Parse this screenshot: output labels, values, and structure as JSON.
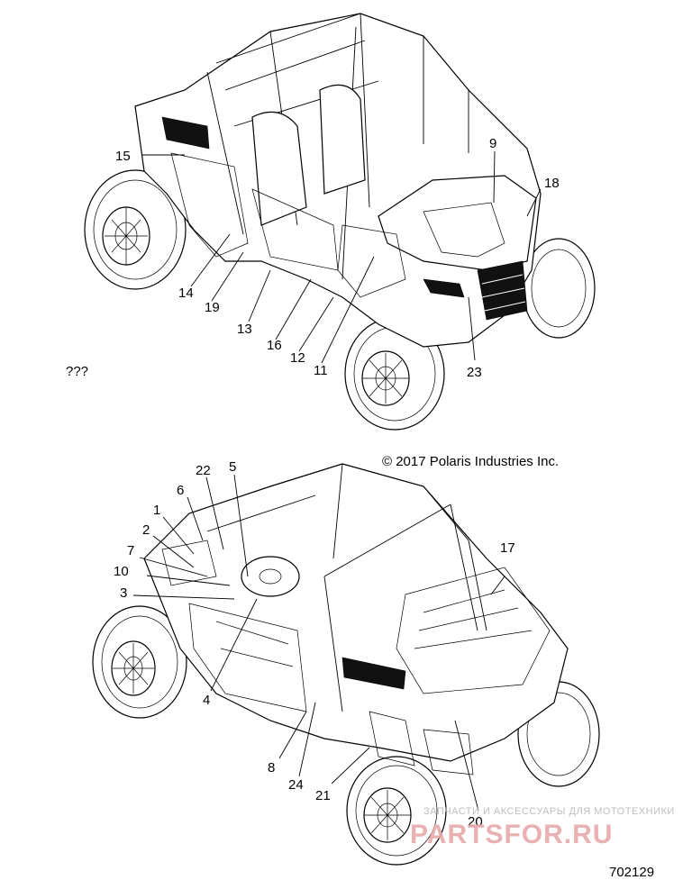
{
  "top_view": {
    "unknown_mark": "???",
    "callouts": [
      "15",
      "9",
      "18",
      "14",
      "19",
      "13",
      "16",
      "12",
      "11",
      "23"
    ]
  },
  "bottom_view": {
    "callouts": [
      "22",
      "5",
      "6",
      "1",
      "2",
      "7",
      "10",
      "3",
      "17",
      "4",
      "8",
      "24",
      "21",
      "20"
    ]
  },
  "copyright": "© 2017 Polaris Industries Inc.",
  "diagram_number": "702129",
  "watermark": {
    "line1": "ЗАПЧАСТИ И АКСЕССУАРЫ ДЛЯ МОТОТЕХНИКИ",
    "logo": "PARTSFOR.RU",
    "color": "#e7a9a9"
  }
}
